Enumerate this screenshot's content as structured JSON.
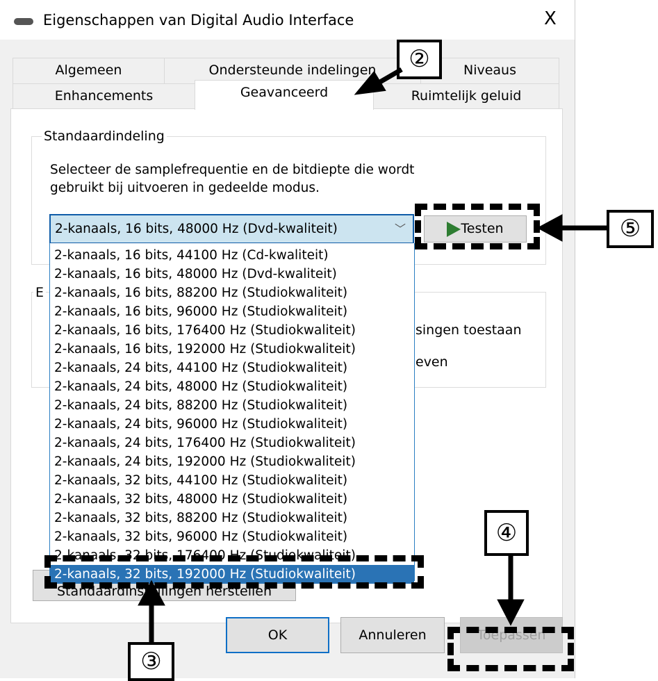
{
  "window": {
    "title": "Eigenschappen van Digital Audio Interface",
    "close_label": "X"
  },
  "tabs": {
    "row1": [
      "Algemeen",
      "Ondersteunde indelingen",
      "Niveaus"
    ],
    "row2": [
      "Enhancements",
      "Geavanceerd",
      "Ruimtelijk geluid"
    ],
    "selected": "Geavanceerd"
  },
  "default_format": {
    "group_label": "Standaardindeling",
    "description_line1": "Selecteer de samplefrequentie en de bitdiepte die wordt",
    "description_line2": "gebruikt bij uitvoeren in gedeelde modus.",
    "selected": "2-kanaals, 16 bits, 48000 Hz (Dvd-kwaliteit)",
    "test_button": "Testen"
  },
  "dropdown_options": [
    "2-kanaals, 16 bits, 44100 Hz (Cd-kwaliteit)",
    "2-kanaals, 16 bits, 48000 Hz (Dvd-kwaliteit)",
    "2-kanaals, 16 bits, 88200 Hz (Studiokwaliteit)",
    "2-kanaals, 16 bits, 96000 Hz (Studiokwaliteit)",
    "2-kanaals, 16 bits, 176400 Hz (Studiokwaliteit)",
    "2-kanaals, 16 bits, 192000 Hz (Studiokwaliteit)",
    "2-kanaals, 24 bits, 44100 Hz (Studiokwaliteit)",
    "2-kanaals, 24 bits, 48000 Hz (Studiokwaliteit)",
    "2-kanaals, 24 bits, 88200 Hz (Studiokwaliteit)",
    "2-kanaals, 24 bits, 96000 Hz (Studiokwaliteit)",
    "2-kanaals, 24 bits, 176400 Hz (Studiokwaliteit)",
    "2-kanaals, 24 bits, 192000 Hz (Studiokwaliteit)",
    "2-kanaals, 32 bits, 44100 Hz (Studiokwaliteit)",
    "2-kanaals, 32 bits, 48000 Hz (Studiokwaliteit)",
    "2-kanaals, 32 bits, 88200 Hz (Studiokwaliteit)",
    "2-kanaals, 32 bits, 96000 Hz (Studiokwaliteit)",
    "2-kanaals, 32 bits, 176400 Hz (Studiokwaliteit)",
    "2-kanaals, 32 bits, 192000 Hz (Studiokwaliteit)"
  ],
  "highlighted_option_index": 17,
  "exclusive_group": {
    "label_partial": "E",
    "line1_partial": "singen toestaan",
    "line2_partial": "even"
  },
  "restore_button": "Standaardinstellingen herstellen",
  "footer": {
    "ok": "OK",
    "cancel": "Annuleren",
    "apply": "Toepassen"
  },
  "callouts": {
    "c2": "②",
    "c3": "③",
    "c4": "④",
    "c5": "⑤"
  },
  "colors": {
    "highlight": "#2a73b5",
    "combo_bg": "#cce4f0",
    "play_icon": "#2e7d32"
  }
}
